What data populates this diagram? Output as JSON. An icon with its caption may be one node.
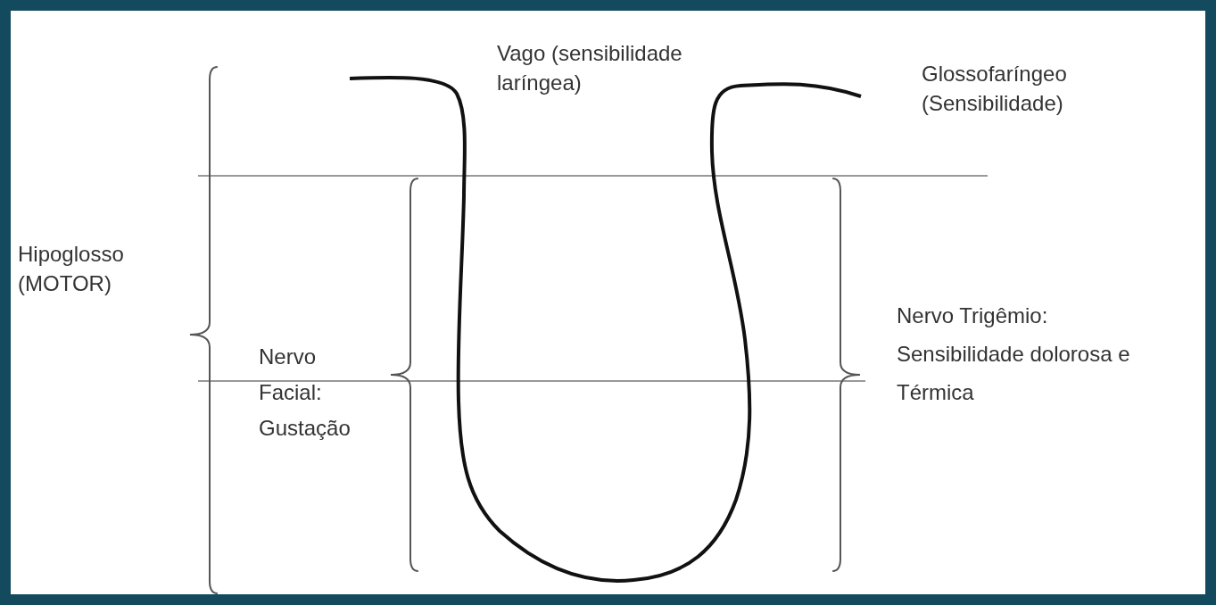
{
  "diagram": {
    "labels": [
      "Vago (sensibilidade laríngea)",
      "Glossofaríngeo (Sensibilidade)",
      "Hipoglosso (MOTOR)",
      "Nervo Trigêmio: Sensibilidade dolorosa e Térmica",
      "Nervo Facial: Gustação"
    ]
  }
}
